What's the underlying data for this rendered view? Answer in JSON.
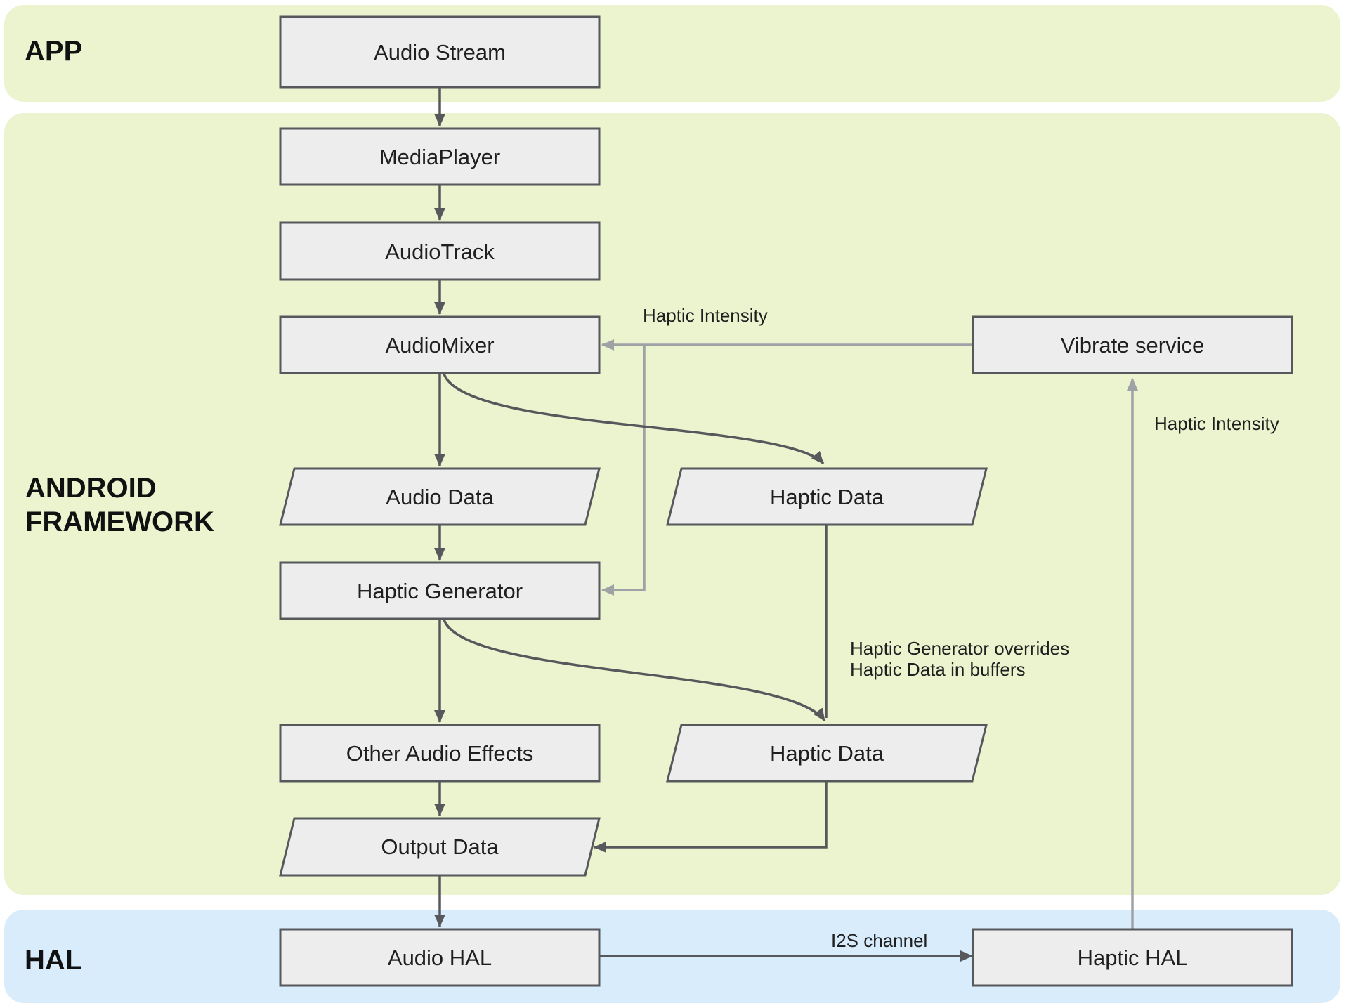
{
  "bands": {
    "app": {
      "label": "APP"
    },
    "framework": {
      "label_line1": "ANDROID",
      "label_line2": "FRAMEWORK"
    },
    "hal": {
      "label": "HAL"
    }
  },
  "nodes": {
    "audio_stream": {
      "label": "Audio Stream"
    },
    "media_player": {
      "label": "MediaPlayer"
    },
    "audio_track": {
      "label": "AudioTrack"
    },
    "audio_mixer": {
      "label": "AudioMixer"
    },
    "vibrate_service": {
      "label": "Vibrate service"
    },
    "audio_data": {
      "label": "Audio Data"
    },
    "haptic_data_1": {
      "label": "Haptic Data"
    },
    "haptic_generator": {
      "label": "Haptic Generator"
    },
    "haptic_data_2": {
      "label": "Haptic Data"
    },
    "other_audio_effects": {
      "label": "Other Audio Effects"
    },
    "output_data": {
      "label": "Output Data"
    },
    "audio_hal": {
      "label": "Audio HAL"
    },
    "haptic_hal": {
      "label": "Haptic HAL"
    }
  },
  "edge_labels": {
    "haptic_intensity_mixer": "Haptic Intensity",
    "haptic_intensity_hal": "Haptic Intensity",
    "override_line1": "Haptic Generator overrides",
    "override_line2": "Haptic Data in buffers",
    "i2s_channel": "I2S channel"
  },
  "colors": {
    "page_bg": "#ffffff",
    "band_app_bg": "#ebf4cf",
    "band_framework_bg": "#ebf4cf",
    "band_hal_bg": "#d8ecfc",
    "node_fill": "#ededee",
    "node_stroke": "#56585b",
    "arrow_dark": "#56585b",
    "arrow_gray": "#9fa2a5",
    "text_color": "#1f1f1f",
    "band_label_color": "#111111"
  }
}
